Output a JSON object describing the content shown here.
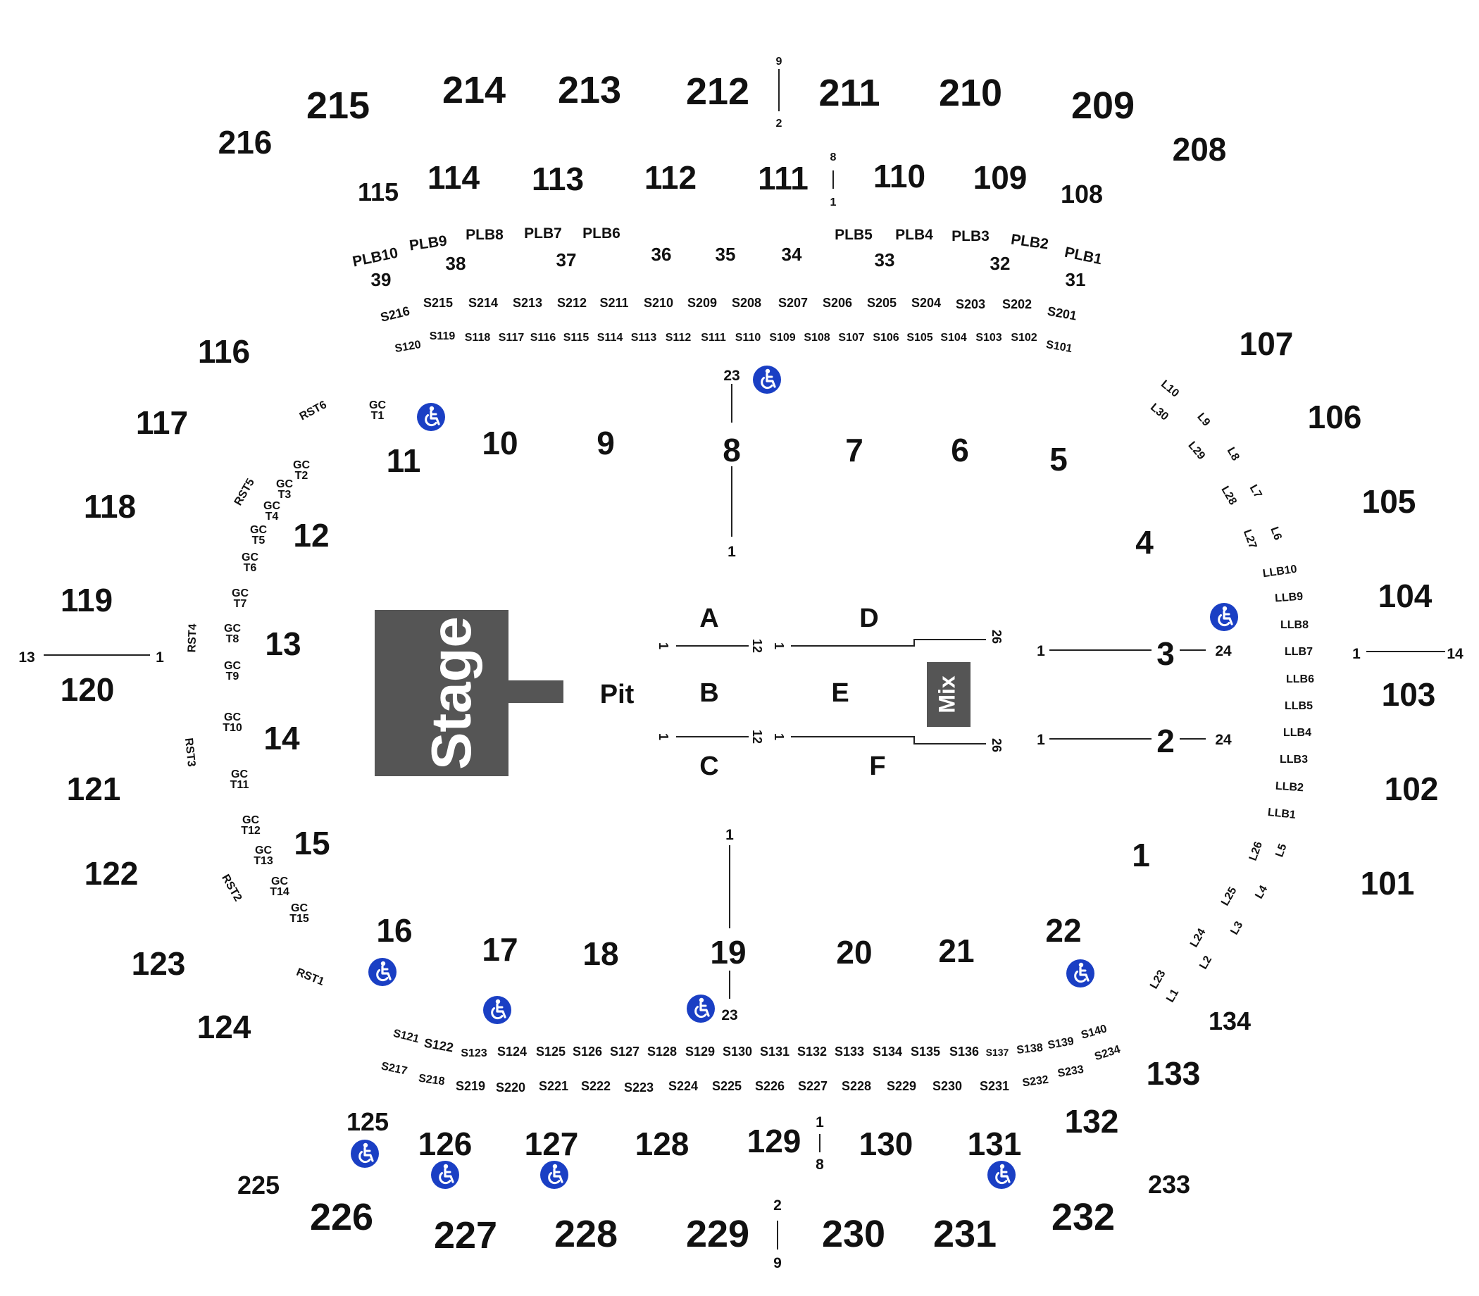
{
  "colors": {
    "stage": "#555555",
    "accessible": "#1a3fc4",
    "text": "#111111"
  },
  "icons": {
    "accessible": "wheelchair-icon"
  },
  "stage": {
    "label": "Stage"
  },
  "mix": {
    "label": "Mix"
  },
  "pit": {
    "label": "Pit"
  },
  "floor_sections": [
    "A",
    "B",
    "C",
    "D",
    "E",
    "F"
  ],
  "floor_row_markers": {
    "ab_first": "1",
    "ab_last": "12",
    "de_first": "1",
    "de_last": "26",
    "aisle_pair": "1",
    "aisle_end": "24",
    "upper_9": "9",
    "upper_2": "2",
    "mid_8": "8",
    "mid_1": "1",
    "side_13": "13",
    "side_14": "14",
    "row_23": "23"
  },
  "lower_bowl": [
    "1",
    "2",
    "3",
    "4",
    "5",
    "6",
    "7",
    "8",
    "9",
    "10",
    "11",
    "12",
    "13",
    "14",
    "15",
    "16",
    "17",
    "18",
    "19",
    "20",
    "21",
    "22"
  ],
  "sections_100": [
    "101",
    "102",
    "103",
    "104",
    "105",
    "106",
    "107",
    "108",
    "109",
    "110",
    "111",
    "112",
    "113",
    "114",
    "115",
    "116",
    "117",
    "118",
    "119",
    "120",
    "121",
    "122",
    "123",
    "124",
    "125",
    "126",
    "127",
    "128",
    "129",
    "130",
    "131",
    "132",
    "133",
    "134"
  ],
  "sections_200": [
    "208",
    "209",
    "210",
    "211",
    "212",
    "213",
    "214",
    "215",
    "216",
    "225",
    "226",
    "227",
    "228",
    "229",
    "230",
    "231",
    "232",
    "233"
  ],
  "sections_30": [
    "31",
    "32",
    "33",
    "34",
    "35",
    "36",
    "37",
    "38",
    "39"
  ],
  "party_boxes": [
    "PLB1",
    "PLB2",
    "PLB3",
    "PLB4",
    "PLB5",
    "PLB6",
    "PLB7",
    "PLB8",
    "PLB9",
    "PLB10"
  ],
  "suites_top_200": [
    "S201",
    "S202",
    "S203",
    "S204",
    "S205",
    "S206",
    "S207",
    "S208",
    "S209",
    "S210",
    "S211",
    "S212",
    "S213",
    "S214",
    "S215",
    "S216"
  ],
  "suites_top_100": [
    "S101",
    "S102",
    "S103",
    "S104",
    "S105",
    "S106",
    "S107",
    "S108",
    "S109",
    "S110",
    "S111",
    "S112",
    "S113",
    "S114",
    "S115",
    "S116",
    "S117",
    "S118",
    "S119",
    "S120"
  ],
  "suites_bottom_100": [
    "S121",
    "S122",
    "S123",
    "S124",
    "S125",
    "S126",
    "S127",
    "S128",
    "S129",
    "S130",
    "S131",
    "S132",
    "S133",
    "S134",
    "S135",
    "S136",
    "S137",
    "S138",
    "S139",
    "S140"
  ],
  "suites_bottom_200": [
    "S217",
    "S218",
    "S219",
    "S220",
    "S221",
    "S222",
    "S223",
    "S224",
    "S225",
    "S226",
    "S227",
    "S228",
    "S229",
    "S230",
    "S231",
    "S232",
    "S233",
    "S234"
  ],
  "loge_boxes": [
    "L1",
    "L2",
    "L3",
    "L4",
    "L5",
    "L6",
    "L7",
    "L8",
    "L9",
    "L10",
    "L23",
    "L24",
    "L25",
    "L26",
    "L27",
    "L28",
    "L29",
    "L30"
  ],
  "lounge_boxes": [
    "LLB1",
    "LLB2",
    "LLB3",
    "LLB4",
    "LLB5",
    "LLB6",
    "LLB7",
    "LLB8",
    "LLB9",
    "LLB10"
  ],
  "rst_boxes": [
    "RST1",
    "RST2",
    "RST3",
    "RST4",
    "RST5",
    "RST6"
  ],
  "gc_tables": {
    "prefix": "GC",
    "tables": [
      "T1",
      "T2",
      "T3",
      "T4",
      "T5",
      "T6",
      "T7",
      "T8",
      "T9",
      "T10",
      "T11",
      "T12",
      "T13",
      "T14",
      "T15"
    ]
  }
}
